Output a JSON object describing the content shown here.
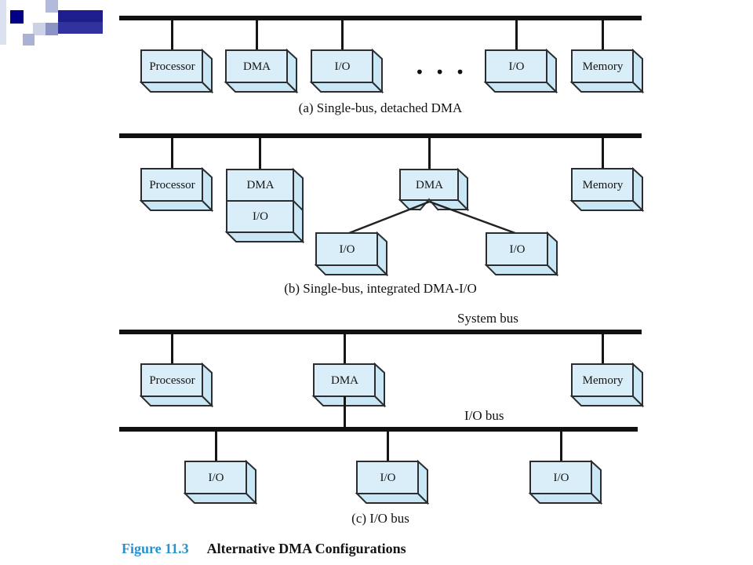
{
  "diagram": {
    "section_a": {
      "caption": "(a) Single-bus, detached DMA",
      "boxes": [
        "Processor",
        "DMA",
        "I/O",
        "I/O",
        "Memory"
      ],
      "ellipsis": "•••"
    },
    "section_b": {
      "caption": "(b) Single-bus, integrated DMA-I/O",
      "boxes": [
        "Processor",
        "DMA",
        "I/O",
        "DMA",
        "I/O",
        "I/O",
        "Memory"
      ]
    },
    "section_c": {
      "caption": "(c) I/O bus",
      "system_bus_label": "System bus",
      "io_bus_label": "I/O bus",
      "boxes": [
        "Processor",
        "DMA",
        "Memory",
        "I/O",
        "I/O",
        "I/O"
      ]
    },
    "figure_caption": {
      "number": "Figure 11.3",
      "title": "Alternative DMA Configurations"
    }
  },
  "colors": {
    "box_front_fill": "#daeef9",
    "box_side_fill": "#c9e7f4",
    "box_border": "#2b2d30",
    "bus_line": "#111111",
    "figure_number_blue": "#2593d2",
    "decoration_navy": "#1d1d8e"
  }
}
